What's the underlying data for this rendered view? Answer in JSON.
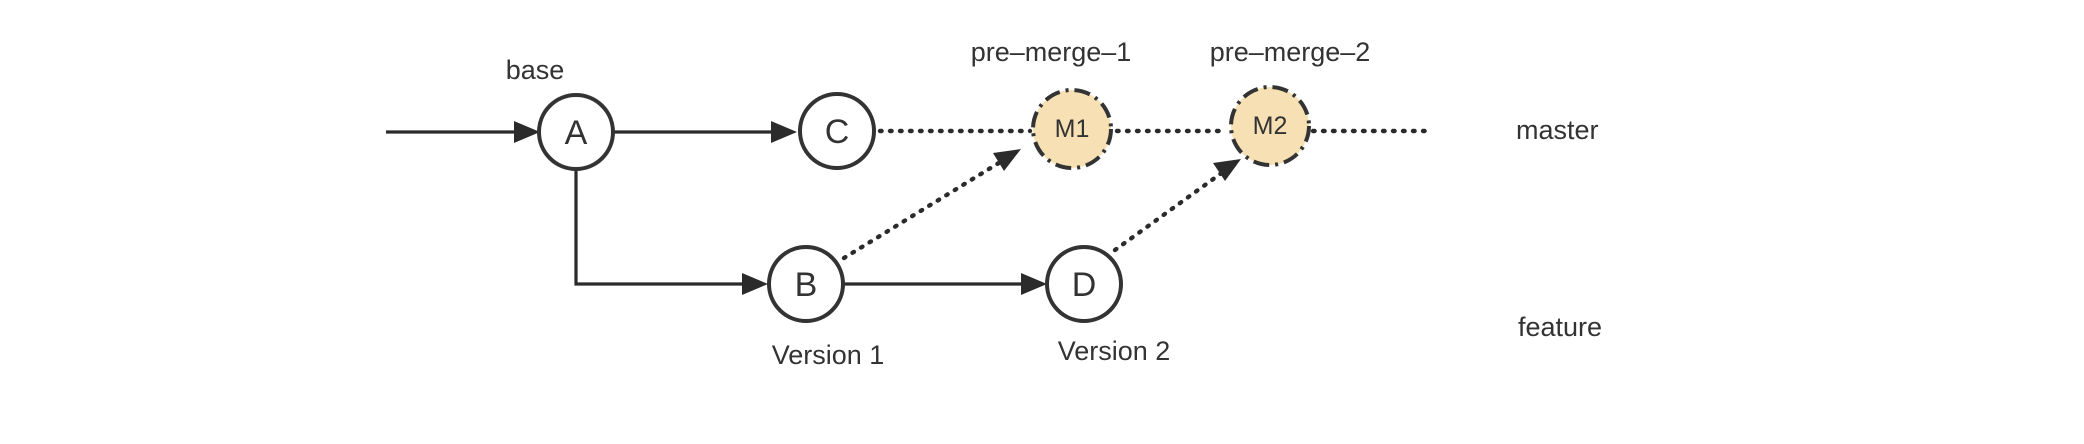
{
  "nodes": {
    "A": "A",
    "B": "B",
    "C": "C",
    "D": "D",
    "M1": "M1",
    "M2": "M2"
  },
  "labels": {
    "base": "base",
    "pre_merge_1": "pre–merge–1",
    "pre_merge_2": "pre–merge–2",
    "version_1": "Version 1",
    "version_2": "Version 2",
    "master": "master",
    "feature": "feature"
  },
  "colors": {
    "merge_fill": "#f7e1b4",
    "stroke": "#333333",
    "edge": "#2b2b2b",
    "text": "#333333"
  }
}
